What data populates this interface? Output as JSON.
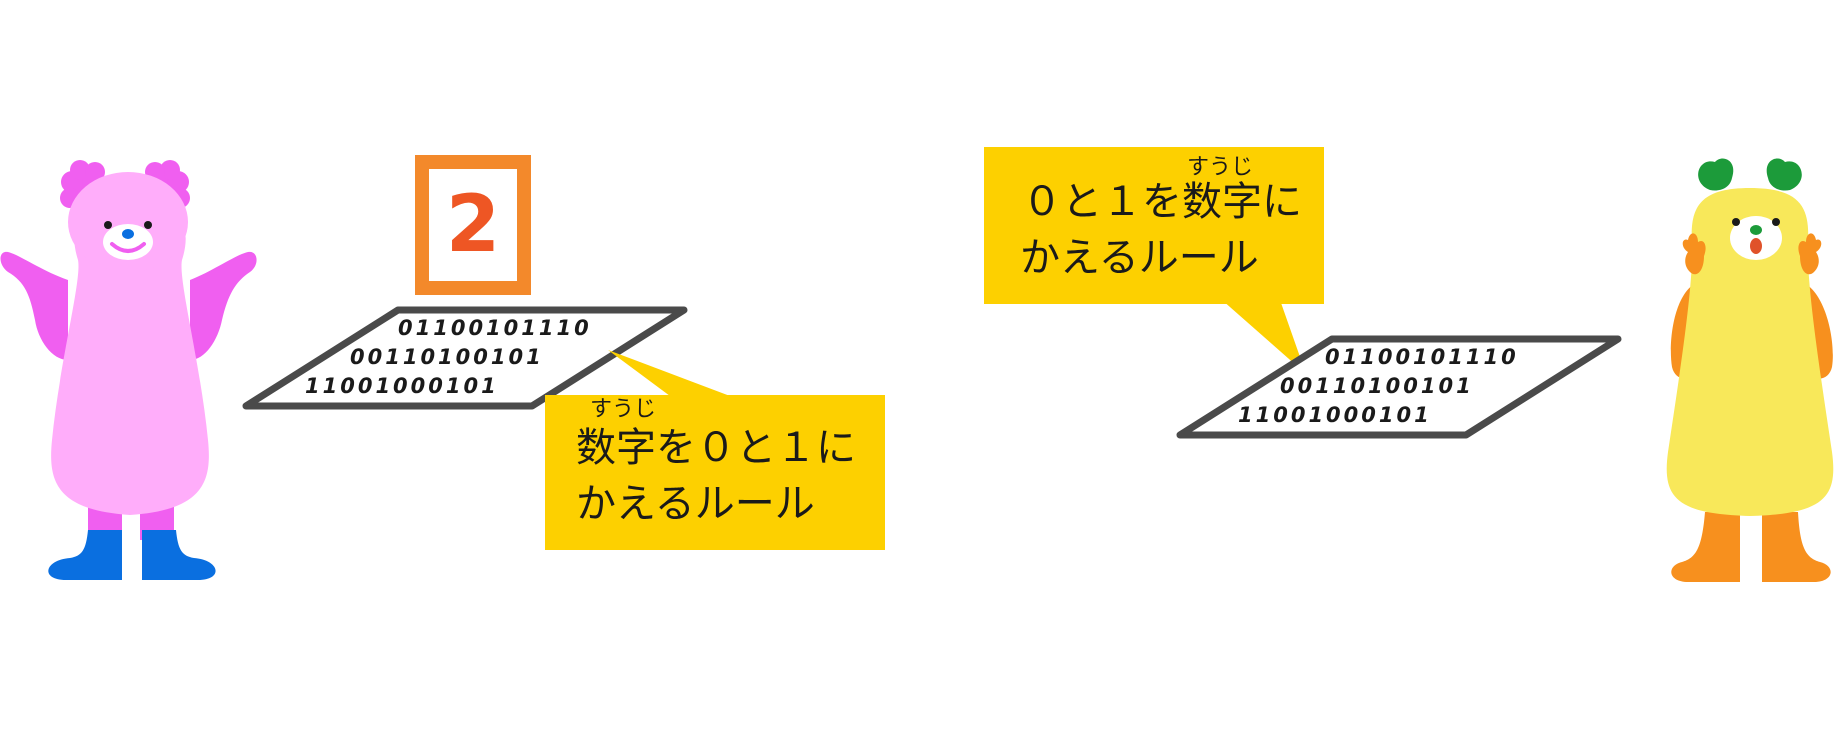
{
  "badge": {
    "number": "2"
  },
  "sheet_left": {
    "lines": [
      "01100101110",
      "00110100101",
      "11001000101"
    ]
  },
  "sheet_right": {
    "lines": [
      "01100101110",
      "00110100101",
      "11001000101"
    ]
  },
  "bubble_left": {
    "ruby": "すうじ",
    "line1": "数字を０と１に",
    "line2": "かえるルール"
  },
  "bubble_right": {
    "ruby": "すうじ",
    "line1": "０と１を数字に",
    "line2": "かえるルール"
  },
  "colors": {
    "bubble": "#fdd000",
    "badge_border": "#f3892b",
    "badge_number": "#ee5624",
    "sheet_border": "#4a4a4a",
    "pink_character": "#ffadfa",
    "pink_accent": "#f05ff0",
    "blue_shoes": "#0a6fe0",
    "yellow_character": "#f8e85a",
    "orange_accent": "#f7901e",
    "green_leaves": "#1c9b3a"
  },
  "icons": {
    "left_character": "pink-bear-character-icon",
    "right_character": "yellow-character-icon"
  }
}
